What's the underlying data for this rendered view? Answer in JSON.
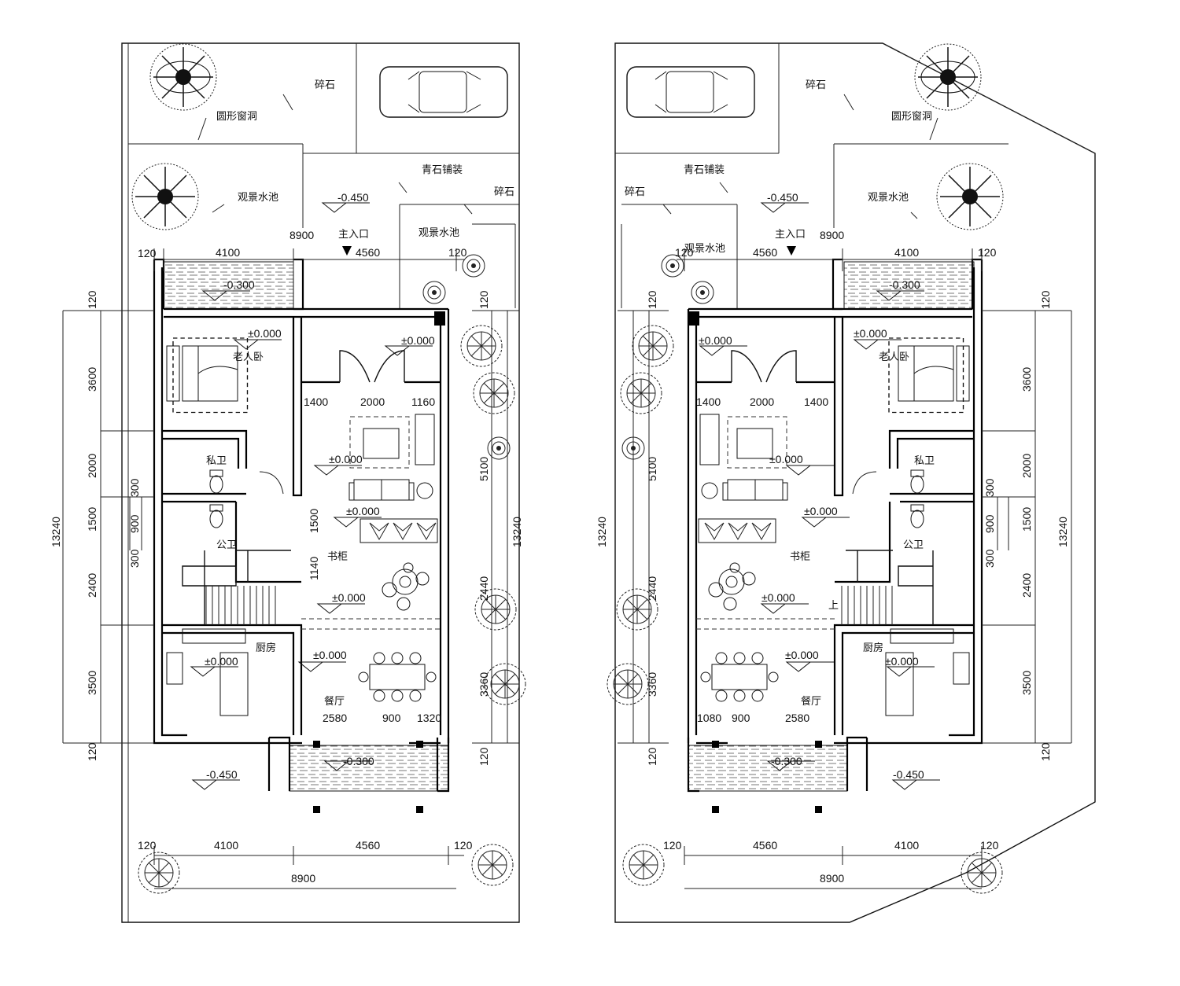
{
  "labels": {
    "gravel": "碎石",
    "round_window": "圆形窗洞",
    "stone_paving": "青石铺装",
    "pond": "观景水池",
    "main_entrance": "主入口",
    "elder_bedroom": "老人卧",
    "private_bath": "私卫",
    "public_bath": "公卫",
    "bookcase": "书柜",
    "kitchen": "厨房",
    "dining": "餐厅",
    "up": "上"
  },
  "levels": {
    "zero": "±0.000",
    "minus_300": "-0.300",
    "minus_450": "-0.450"
  },
  "dims": {
    "d120": "120",
    "d4100": "4100",
    "d4560": "4560",
    "d8900": "8900",
    "d1400": "1400",
    "d2000": "2000",
    "d1160": "1160",
    "d3600": "3600",
    "d1500": "1500",
    "d2400": "2400",
    "d3500": "3500",
    "d13240": "13240",
    "d300": "300",
    "d900": "900",
    "d5100": "5100",
    "d1140": "1140",
    "d2440": "2440",
    "d3360": "3360",
    "d2580": "2580",
    "d1320": "1320",
    "d1080": "1080"
  },
  "colors": {
    "line": "#000000",
    "background": "#ffffff"
  }
}
